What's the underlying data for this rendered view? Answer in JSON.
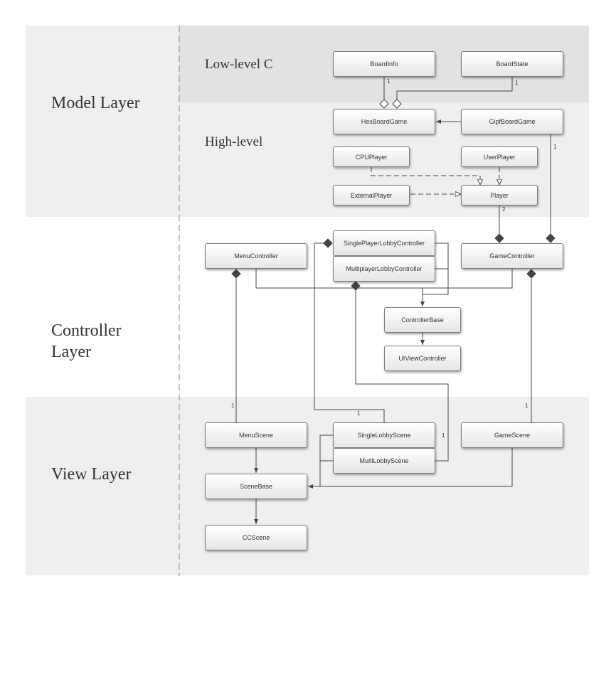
{
  "layers": {
    "model": "Model Layer",
    "controller_line1": "Controller",
    "controller_line2": "Layer",
    "view": "View Layer"
  },
  "sublayers": {
    "low_level": "Low-level C",
    "high_level": "High-level"
  },
  "classes": {
    "board_info": "BoardInfo",
    "board_state": "BoardState",
    "hex_board_game": "HexBoardGame",
    "gipf_board_game": "GipfBoardGame",
    "cpu_player": "CPUPlayer",
    "user_player": "UserPlayer",
    "external_player": "ExternalPlayer",
    "player": "Player",
    "menu_controller": "MenuController",
    "single_player_lobby_controller": "SinglePlayerLobbyController",
    "multiplayer_lobby_controller": "MultiplayerLobbyController",
    "game_controller": "GameController",
    "controller_base": "ControllerBase",
    "ui_view_controller": "UIViewController",
    "menu_scene": "MenuScene",
    "single_lobby_scene": "SingleLobbyScene",
    "multi_lobby_scene": "MultiLobbyScene",
    "game_scene": "GameScene",
    "scene_base": "SceneBase",
    "cc_scene": "CCScene"
  },
  "multiplicities": {
    "board_info": "1",
    "board_state": "1",
    "gipf_to_game_controller": "1",
    "player_to_game_controller": "2",
    "menu_scene": "1",
    "single_lobby_scene": "1",
    "multi_lobby_scene": "1",
    "game_scene": "1"
  }
}
